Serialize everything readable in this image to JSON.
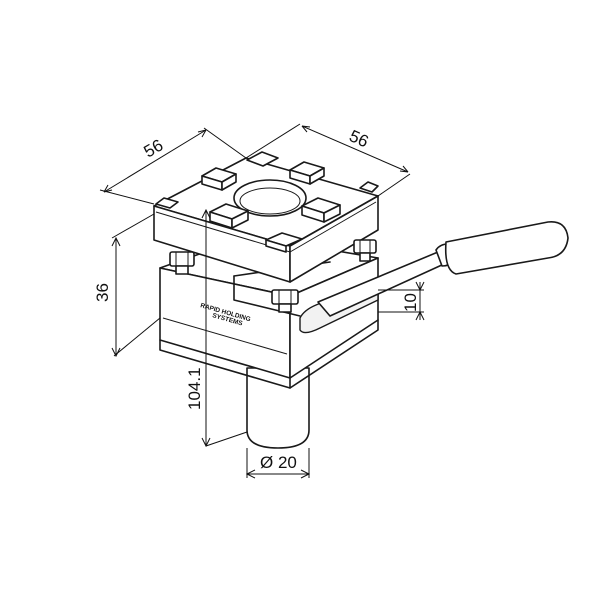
{
  "drawing": {
    "dimensions": {
      "width_left": "56",
      "width_right": "56",
      "height": "36",
      "total_height": "104.1",
      "shank_diameter": "Ø 20",
      "offset": "10"
    },
    "brand_line_1": "RAPID HOLDING",
    "brand_line_2": "SYSTEMS"
  }
}
